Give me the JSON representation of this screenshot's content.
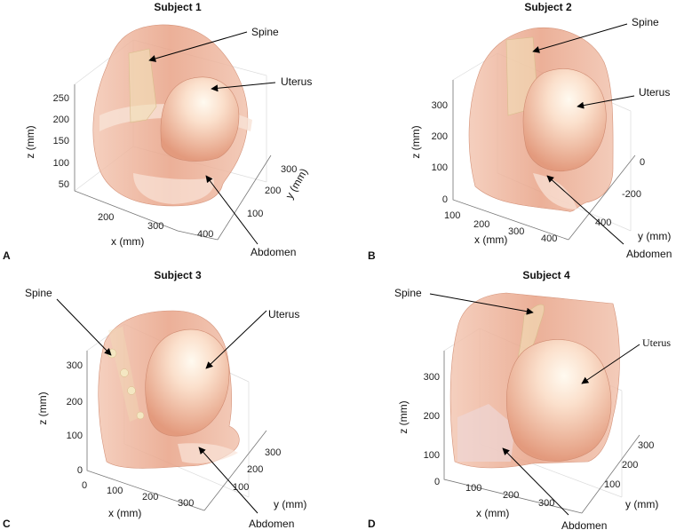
{
  "panels": [
    {
      "id": "A",
      "title": "Subject 1",
      "letter": "A",
      "callouts": {
        "spine": "Spine",
        "uterus": "Uterus",
        "abdomen": "Abdomen"
      },
      "axes": {
        "z_label": "z (mm)",
        "z_ticks": [
          "250",
          "200",
          "150",
          "100",
          "50"
        ],
        "x_label": "x (mm)",
        "x_ticks": [
          "200",
          "300",
          "400"
        ],
        "y_label": "y (mm)",
        "y_ticks": [
          "100",
          "200",
          "300"
        ]
      }
    },
    {
      "id": "B",
      "title": "Subject 2",
      "letter": "B",
      "callouts": {
        "spine": "Spine",
        "uterus": "Uterus",
        "abdomen": "Abdomen"
      },
      "axes": {
        "z_label": "z (mm)",
        "z_ticks": [
          "300",
          "200",
          "100",
          "0"
        ],
        "x_label": "x (mm)",
        "x_ticks": [
          "100",
          "200",
          "300",
          "400"
        ],
        "y_label": "y (mm)",
        "y_ticks": [
          "0",
          "-200",
          "400"
        ]
      }
    },
    {
      "id": "C",
      "title": "Subject 3",
      "letter": "C",
      "callouts": {
        "spine": "Spine",
        "uterus": "Uterus",
        "abdomen": "Abdomen"
      },
      "axes": {
        "z_label": "z (mm)",
        "z_ticks": [
          "300",
          "200",
          "100",
          "0"
        ],
        "x_label": "x (mm)",
        "x_ticks": [
          "0",
          "100",
          "200",
          "300"
        ],
        "y_label": "y (mm)",
        "y_ticks": [
          "300",
          "200",
          "100"
        ]
      }
    },
    {
      "id": "D",
      "title": "Subject 4",
      "letter": "D",
      "callouts": {
        "spine": "Spine",
        "uterus": "Uterus",
        "abdomen": "Abdomen"
      },
      "axes": {
        "z_label": "z (mm)",
        "z_ticks": [
          "300",
          "200",
          "100"
        ],
        "x_label": "x (mm)",
        "x_ticks": [
          "0",
          "100",
          "200",
          "300"
        ],
        "y_label": "y (mm)",
        "y_ticks": [
          "300",
          "200",
          "100"
        ]
      }
    }
  ],
  "colors": {
    "body_fill": "#e9a88f",
    "body_light": "#f6d7c6",
    "uterus_fill": "#f0b496",
    "uterus_highlight": "#fff6ea",
    "spine_fill": "#f2e0b8"
  }
}
